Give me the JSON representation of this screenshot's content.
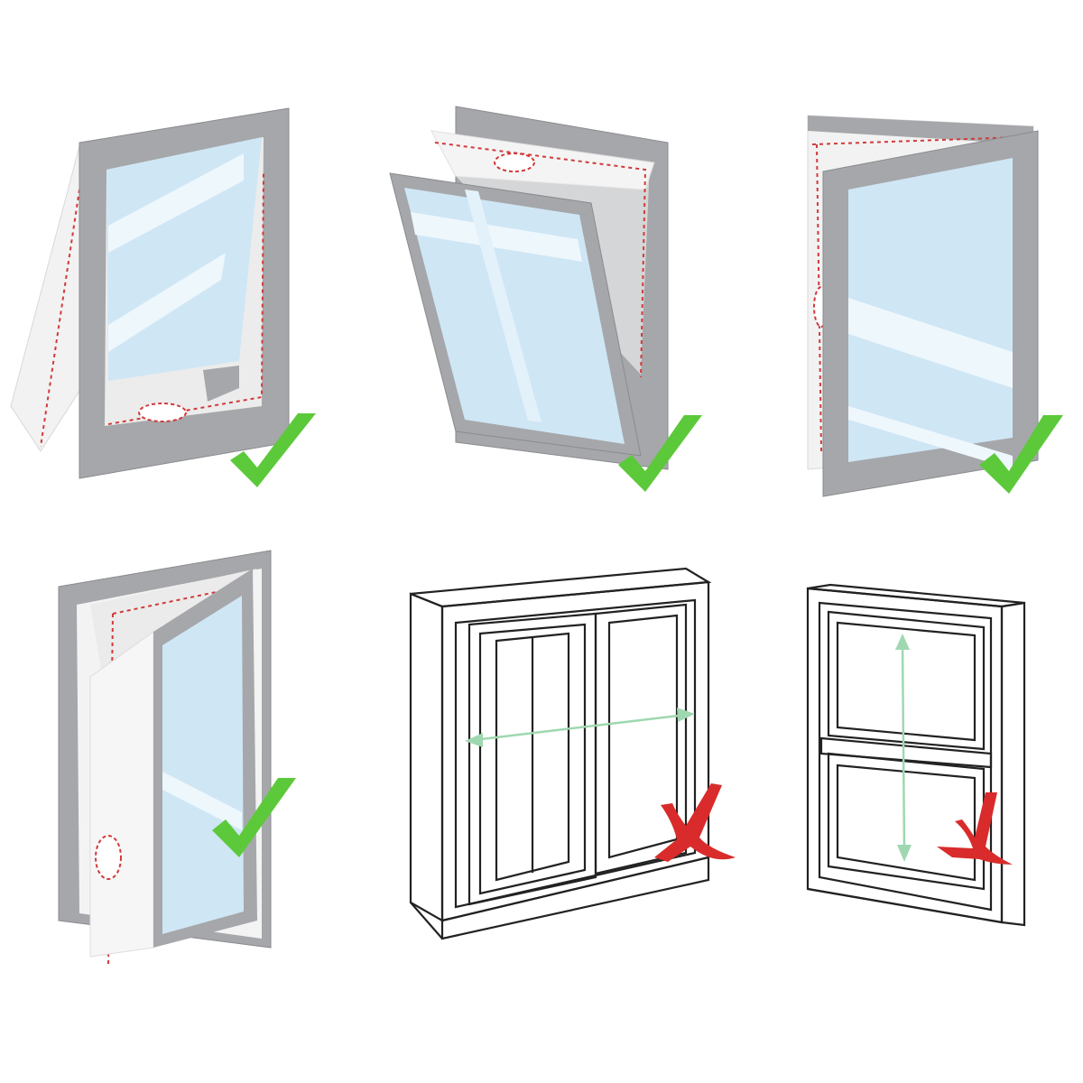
{
  "colors": {
    "background": "#ffffff",
    "frame_gray": "#a6a7aa",
    "frame_dark": "#8a8b8e",
    "glass": "#cfe6f5",
    "glass_highlight": "#eef7fc",
    "seal_fabric": "#f3f3f3",
    "seal_dash": "#d23a3a",
    "ok_check": "#5cc93a",
    "reject_cross": "#d92b2b",
    "arrow": "#9fd8b0",
    "line_art": "#222222"
  },
  "windows": [
    {
      "id": "top-hung-tilt",
      "status": "compatible",
      "icon": "check-icon"
    },
    {
      "id": "bottom-hung-tilt",
      "status": "compatible",
      "icon": "check-icon"
    },
    {
      "id": "side-hung-casement-left",
      "status": "compatible",
      "icon": "check-icon"
    },
    {
      "id": "side-hung-casement-right",
      "status": "compatible",
      "icon": "check-icon"
    },
    {
      "id": "horizontal-sliding",
      "status": "incompatible",
      "icon": "cross-icon"
    },
    {
      "id": "vertical-sash",
      "status": "incompatible",
      "icon": "cross-icon"
    }
  ]
}
